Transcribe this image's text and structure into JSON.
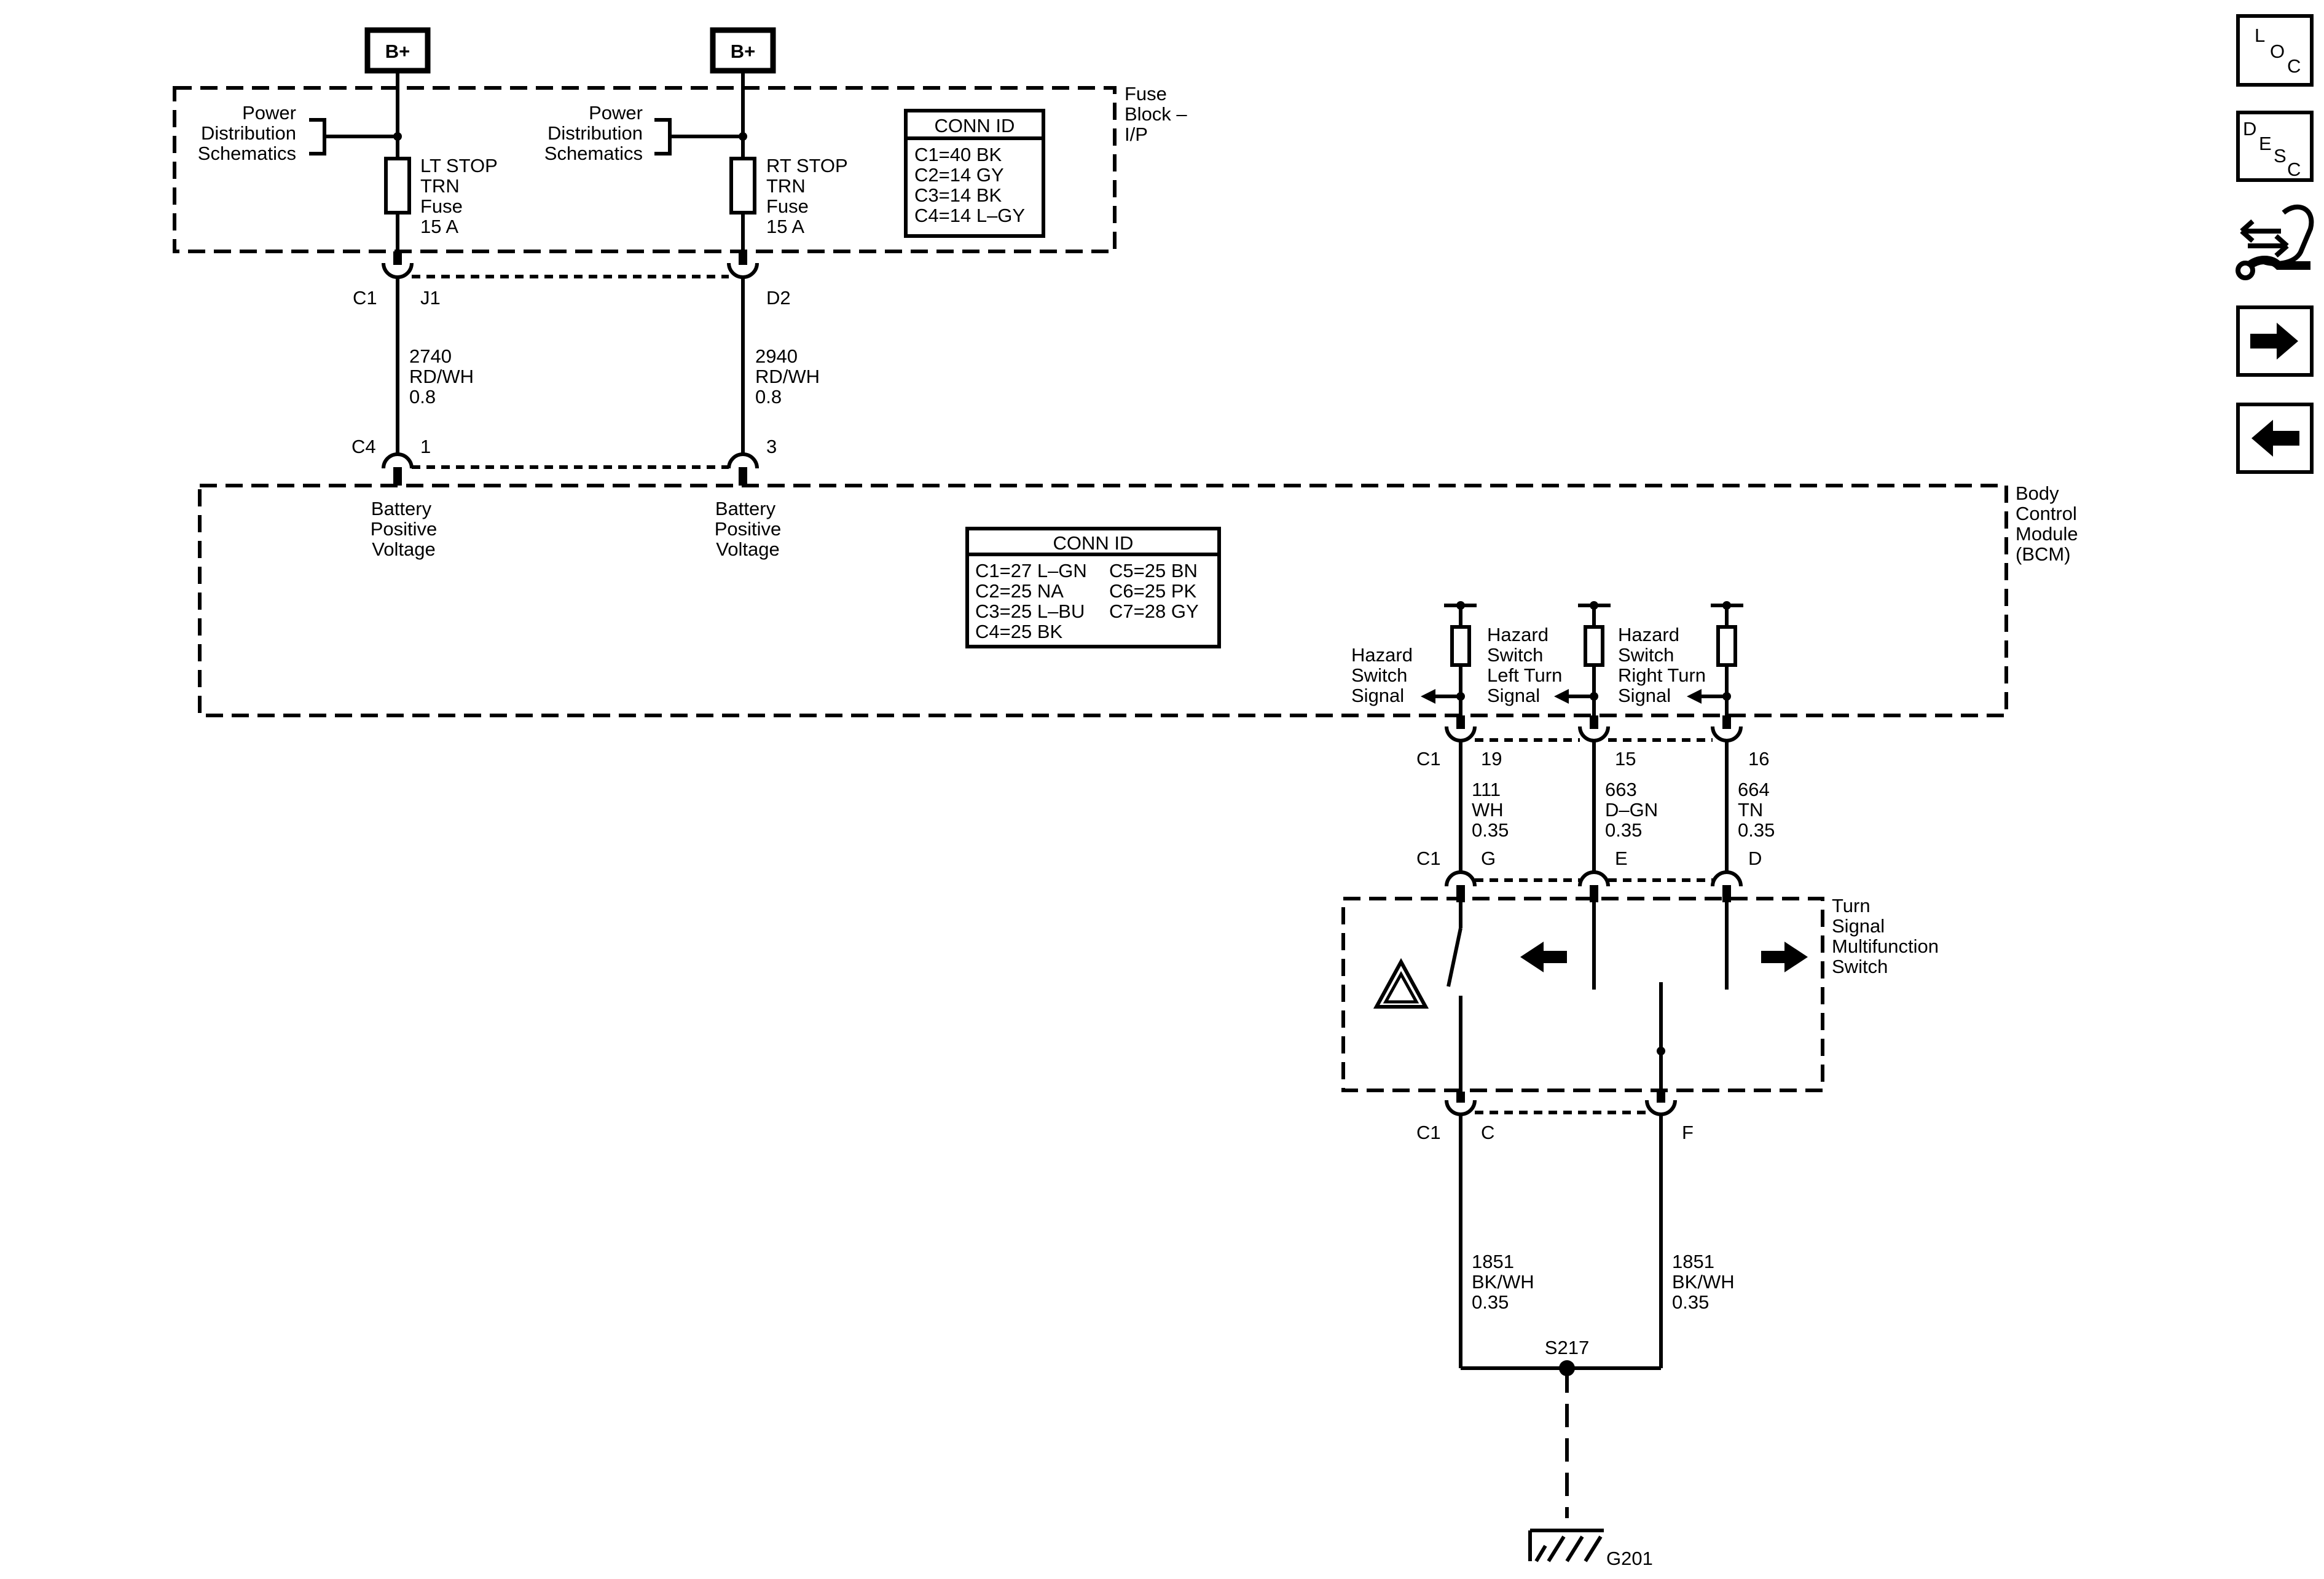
{
  "supply": {
    "left_label": "B+",
    "right_label": "B+"
  },
  "fuse_block": {
    "name_lines": [
      "Fuse",
      "Block –",
      "I/P"
    ],
    "left_ref_lines": [
      "Power",
      "Distribution",
      "Schematics"
    ],
    "right_ref_lines": [
      "Power",
      "Distribution",
      "Schematics"
    ],
    "left_fuse_lines": [
      "LT STOP",
      "TRN",
      "Fuse",
      "15 A"
    ],
    "right_fuse_lines": [
      "RT STOP",
      "TRN",
      "Fuse",
      "15 A"
    ],
    "conn_id_title": "CONN ID",
    "conn_id_lines": [
      "C1=40 BK",
      "C2=14 GY",
      "C3=14 BK",
      "C4=14 L–GY"
    ],
    "connector": "C1",
    "left_pin": "J1",
    "right_pin": "D2"
  },
  "wires_top": {
    "left_lines": [
      "2740",
      "RD/WH",
      "0.8"
    ],
    "right_lines": [
      "2940",
      "RD/WH",
      "0.8"
    ]
  },
  "bcm": {
    "name_lines": [
      "Body",
      "Control",
      "Module",
      "(BCM)"
    ],
    "connector": "C4",
    "left_pin": "1",
    "right_pin": "3",
    "left_input_lines": [
      "Battery",
      "Positive",
      "Voltage"
    ],
    "right_input_lines": [
      "Battery",
      "Positive",
      "Voltage"
    ],
    "conn_id_title": "CONN ID",
    "conn_id_col1": [
      "C1=27 L–GN",
      "C2=25 NA",
      "C3=25 L–BU",
      "C4=25 BK"
    ],
    "conn_id_col2": [
      "C5=25 BN",
      "C6=25 PK",
      "C7=28 GY"
    ],
    "signal1_lines": [
      "Hazard",
      "Switch",
      "Signal"
    ],
    "signal2_lines": [
      "Hazard",
      "Switch",
      "Left Turn",
      "Signal"
    ],
    "signal3_lines": [
      "Hazard",
      "Switch",
      "Right Turn",
      "Signal"
    ],
    "lower_connector": "C1",
    "pins": [
      "19",
      "15",
      "16"
    ]
  },
  "wires_mid": [
    {
      "lines": [
        "111",
        "WH",
        "0.35"
      ]
    },
    {
      "lines": [
        "663",
        "D–GN",
        "0.35"
      ]
    },
    {
      "lines": [
        "664",
        "TN",
        "0.35"
      ]
    }
  ],
  "switch": {
    "name_lines": [
      "Turn",
      "Signal",
      "Multifunction",
      "Switch"
    ],
    "top_connector": "C1",
    "top_pins": [
      "G",
      "E",
      "D"
    ],
    "bottom_connector": "C1",
    "bottom_pins": [
      "C",
      "F"
    ]
  },
  "wires_bottom": [
    {
      "lines": [
        "1851",
        "BK/WH",
        "0.35"
      ]
    },
    {
      "lines": [
        "1851",
        "BK/WH",
        "0.35"
      ]
    }
  ],
  "splice": "S217",
  "ground": "G201",
  "nav": {
    "loc_letters": [
      "L",
      "O",
      "C"
    ],
    "desc_letters": [
      "D",
      "E",
      "S",
      "C"
    ]
  }
}
